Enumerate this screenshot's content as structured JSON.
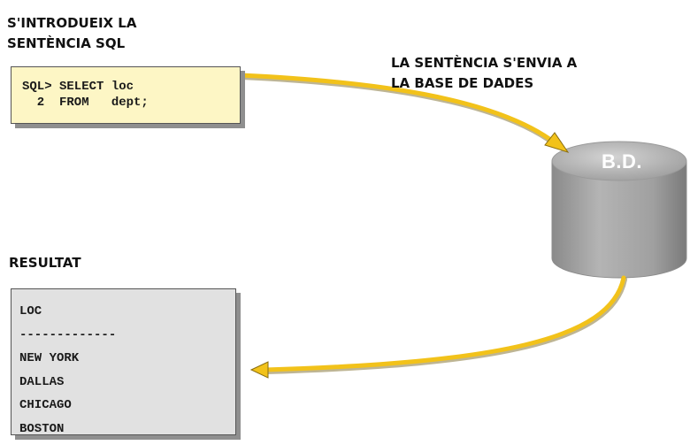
{
  "labels": {
    "input_line1": "S'INTRODUEIX LA",
    "input_line2": "SENTÈNCIA SQL",
    "send_line1": "LA SENTÈNCIA S'ENVIA A",
    "send_line2": "LA BASE DE DADES",
    "result": "RESULTAT"
  },
  "sql_box": {
    "lines": [
      "SQL> SELECT loc",
      "  2  FROM   dept;"
    ]
  },
  "database": {
    "label": "B.D."
  },
  "result_box": {
    "lines": [
      "LOC",
      "-------------",
      "NEW YORK",
      "DALLAS",
      "CHICAGO",
      "BOSTON"
    ]
  },
  "colors": {
    "sql_box_fill": "#fdf6c5",
    "result_box_fill": "#e1e1e1",
    "arrow": "#f2c21a",
    "cylinder": "#a0a0a0"
  }
}
